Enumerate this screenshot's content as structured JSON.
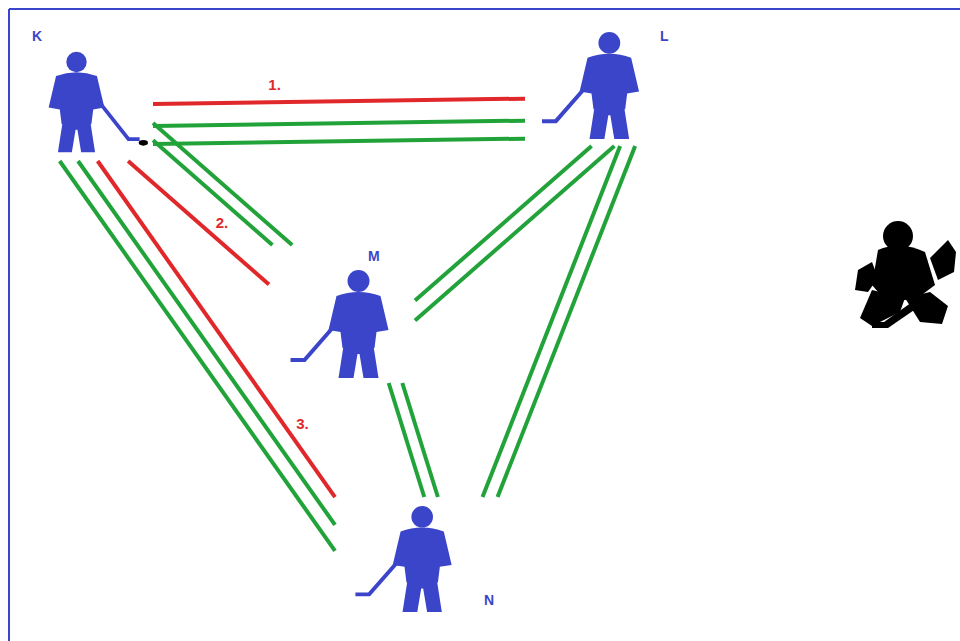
{
  "diagram": {
    "nodes": [
      {
        "text": [
          "K"
        ]
      },
      {
        "text": [
          "L"
        ]
      },
      {
        "text": [
          "M"
        ]
      },
      {
        "text": [
          "N"
        ]
      }
    ],
    "edges": [
      {
        "from": 0,
        "to": 1,
        "arrow": "none",
        "label": "1."
      },
      {
        "from": 0,
        "to": 2,
        "arrow": "none",
        "label": "2."
      },
      {
        "from": 0,
        "to": 3,
        "arrow": "none",
        "label": "3."
      },
      {
        "from": 0,
        "to": 1,
        "arrow": "none"
      },
      {
        "from": 0,
        "to": 2,
        "arrow": "none"
      },
      {
        "from": 0,
        "to": 3,
        "arrow": "none"
      },
      {
        "from": 1,
        "to": 2,
        "arrow": "none"
      },
      {
        "from": 1,
        "to": 3,
        "arrow": "none"
      },
      {
        "from": 2,
        "to": 3,
        "arrow": "none"
      }
    ]
  }
}
